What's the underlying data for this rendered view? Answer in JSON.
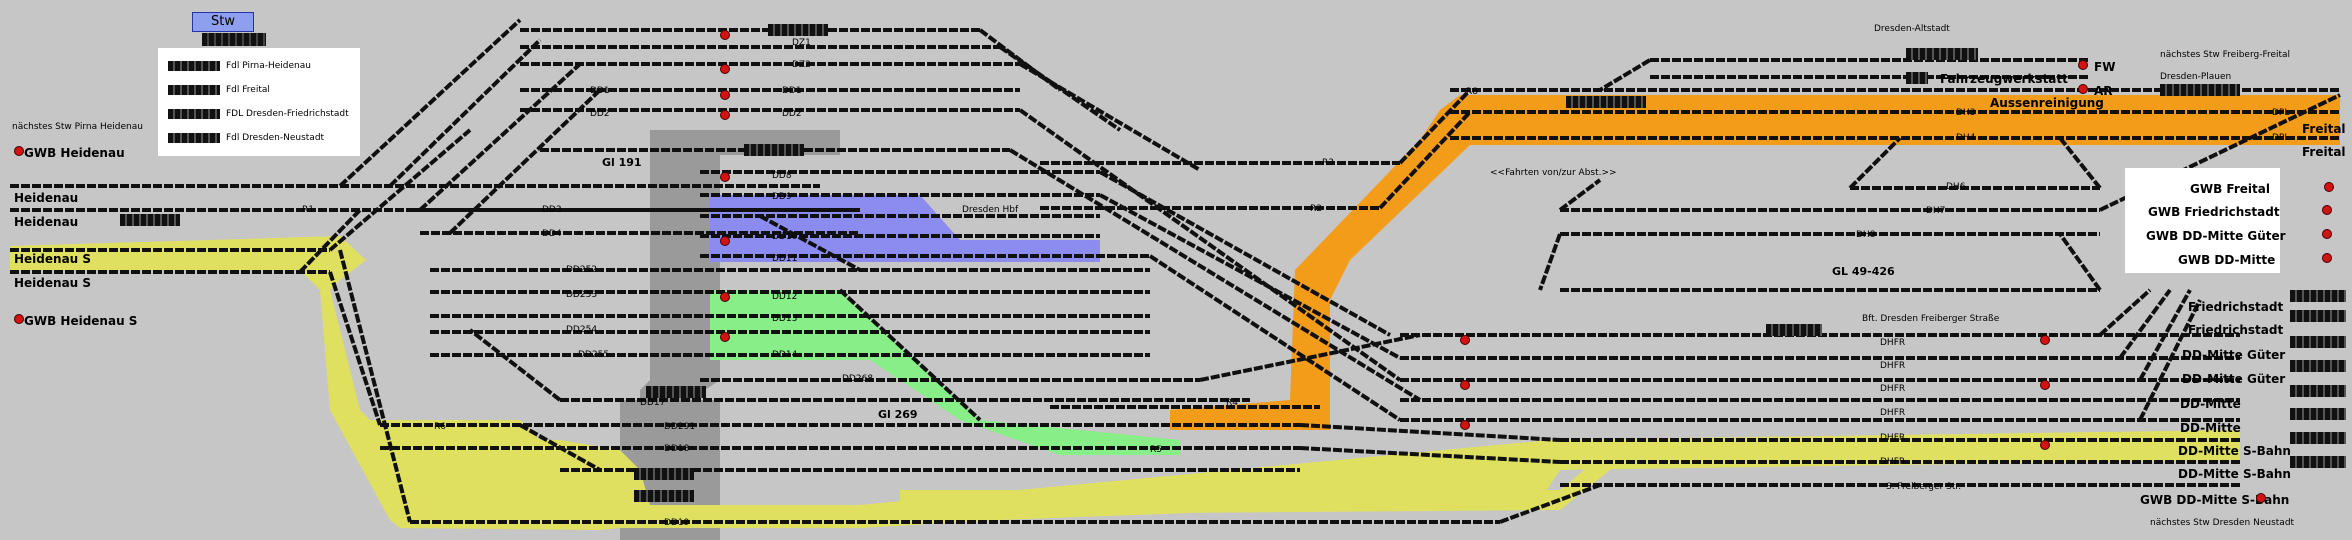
{
  "header": {
    "stw_button": "Stw",
    "legend": [
      "Fdl Pirna-Heidenau",
      "Fdl Freital",
      "FDL Dresden-Friedrichstadt",
      "Fdl Dresden-Neustadt"
    ]
  },
  "areas": {
    "next_stw_pirna": "nächstes Stw Pirna Heidenau",
    "next_stw_freiberg": "nächstes Stw Freiberg-Freital",
    "next_stw_neustadt": "nächstes Stw Dresden Neustadt",
    "dresden_altstadt": "Dresden-Altstadt",
    "dresden_plauen": "Dresden-Plauen",
    "dresden_hbf": "Dresden Hbf",
    "fahrzeugwerkstatt": "Fahrzeugwerkstatt",
    "aussenreinigung": "Aussenreinigung",
    "fw": "FW",
    "ar": "AR",
    "fahrten": "<<Fahrten von/zur Abst.>>",
    "bft_freiberger": "Bft. Dresden Freiberger Straße",
    "s_freiberger": "S. Freiberger Str.",
    "gl191": "Gl 191",
    "gl269": "Gl 269",
    "gl49": "GL 49-426"
  },
  "left_labels": {
    "gwb_heidenau": "GWB Heidenau",
    "heidenau1": "Heidenau",
    "heidenau2": "Heidenau",
    "heidenau_s1": "Heidenau S",
    "heidenau_s2": "Heidenau S",
    "gwb_heidenau_s": "GWB Heidenau S"
  },
  "right_labels": {
    "freital1": "Freital",
    "freital2": "Freital",
    "gwb_freital": "GWB Freital",
    "gwb_friedrichstadt": "GWB Friedrichstadt",
    "gwb_ddmitte_gueter": "GWB DD-Mitte Güter",
    "gwb_ddmitte": "GWB DD-Mitte",
    "friedrichstadt1": "Friedrichstadt",
    "friedrichstadt2": "Friedrichstadt",
    "ddmitte_gueter1": "DD-Mitte Güter",
    "ddmitte_gueter2": "DD-Mitte Güter",
    "ddmitte1": "DD-Mitte",
    "ddmitte2": "DD-Mitte",
    "ddmitte_sbahn1": "DD-Mitte S-Bahn",
    "ddmitte_sbahn2": "DD-Mitte S-Bahn",
    "gwb_ddmitte_sbahn": "GWB DD-Mitte S-Bahn"
  },
  "tracks": {
    "dz1": "DZ1",
    "dz2": "DZ2",
    "dd1": "DD1",
    "dd2": "DD2",
    "dd3": "DD3",
    "dd4": "DD4",
    "dd8": "DD8",
    "dd9": "DD9",
    "dd10": "DD10",
    "dd11": "DD11",
    "dd12": "DD12",
    "dd13": "DD13",
    "dd14": "DD14",
    "dd17": "DD17",
    "dd18": "DD18",
    "dd19": "DD19",
    "dd252": "DD252",
    "dd253": "DD253",
    "dd254": "DD254",
    "dd255": "DD255",
    "dd268": "DD268",
    "dd291": "DD291",
    "dh3": "DH3",
    "dh4": "DH4",
    "dh6": "DH6",
    "dh7": "DH7",
    "dh8": "DH8",
    "dpl1": "DPL",
    "dpl2": "DPL",
    "dhfr1": "DHFR",
    "dhfr2": "DHFR",
    "dhfr3": "DHFR",
    "dhfr4": "DHFR",
    "dhfr5": "DHFR",
    "dhfr6": "DHFR",
    "r1": "R1",
    "r2": "R2",
    "r3": "R3",
    "r4": "R4",
    "r5": "R5",
    "r6": "R6",
    "r8": "R8"
  },
  "colors": {
    "background": "#c6c6c6",
    "track": "#101010",
    "route_yellow": "#e0e060",
    "route_orange": "#f39c1a",
    "route_blue": "#8c8cf0",
    "route_green": "#88ee88",
    "occupied_gray": "#9a9a9a",
    "signal_red": "#d31212"
  }
}
